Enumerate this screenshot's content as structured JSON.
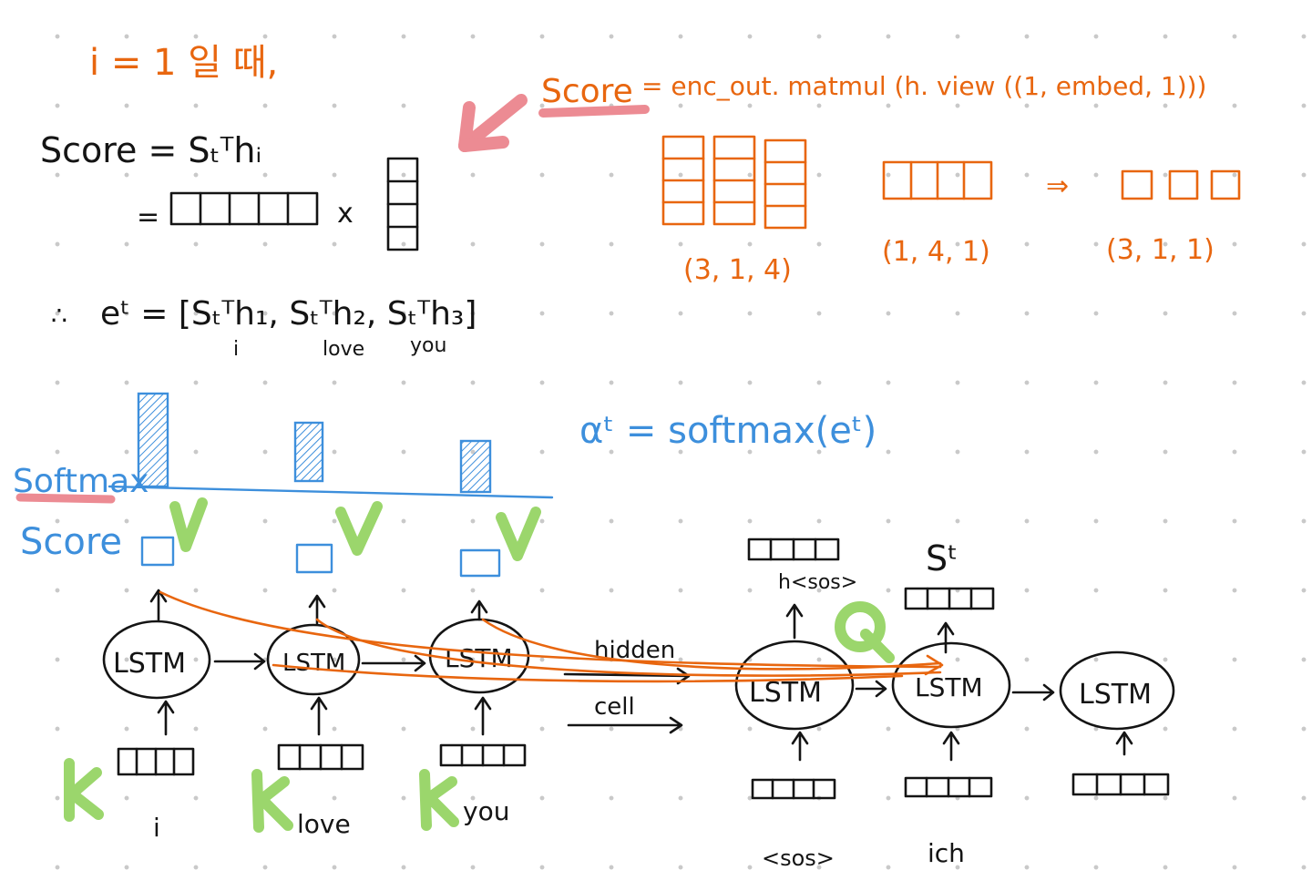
{
  "notes": {
    "header_orange": "i = 1 일 때,",
    "score_code_label": "Score",
    "score_code_rest": "= enc_out. matmul (h. view ((1, embed, 1)))",
    "score_def": "Score = Sₜᵀhᵢ",
    "score_times": "x",
    "score_eq": "=",
    "et_prefix": "∴",
    "et_expr": "eᵗ = [Sₜᵀh₁, Sₜᵀh₂, Sₜᵀh₃]",
    "et_sub_i": "i",
    "et_sub_love": "love",
    "et_sub_you": "you",
    "shape_enc": "(3, 1, 4)",
    "shape_h": "(1, 4, 1)",
    "shape_implies": "⇒",
    "shape_out": "(3, 1, 1)",
    "alpha_def": "αᵗ = softmax(eᵗ)",
    "softmax_label": "Softmax",
    "score_label_blue": "Score"
  },
  "qkv_marks": {
    "v": "V",
    "k": "K",
    "q": "Q"
  },
  "encoder": {
    "cell_label": "LSTM",
    "inputs": [
      "i",
      "love",
      "you"
    ]
  },
  "decoder": {
    "cell_label": "LSTM",
    "inputs": [
      "<sos>",
      "ich"
    ],
    "hidden_label": "h<sos>",
    "state_label": "Sᵗ"
  },
  "links": {
    "hidden": "hidden",
    "cell": "cell"
  },
  "colors": {
    "black": "#141414",
    "orange": "#e8660f",
    "blue": "#3d8fdc",
    "green": "#9bd66c",
    "pink_highlight": "#ec8b93"
  }
}
